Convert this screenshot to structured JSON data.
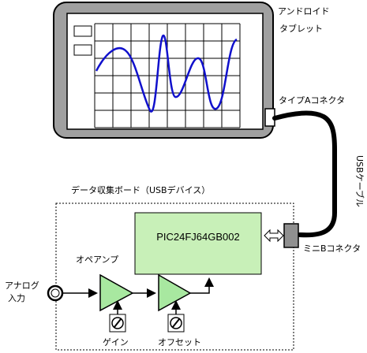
{
  "diagram": {
    "tablet_label": [
      "アンドロイド",
      "タブレット"
    ],
    "type_a_connector": "タイプAコネクタ",
    "usb_cable": "USBケーブル",
    "board_label": "データ収集ボード（USBデバイス）",
    "chip_label": "PIC24FJ64GB002",
    "mini_b_connector": "ミニBコネクタ",
    "opamp_label": "オペアンプ",
    "analog_input": [
      "アナログ",
      "入力"
    ],
    "gain_label": "ゲイン",
    "offset_label": "オフセット",
    "colors": {
      "tablet_body": "#a0a0a0",
      "screen": "#ffffff",
      "waveform": "#1010cc",
      "chip_fill": "#c8f0b8",
      "opamp_fill": "#a8e8a0",
      "connector_fill": "#909090",
      "cable": "#000000"
    }
  }
}
